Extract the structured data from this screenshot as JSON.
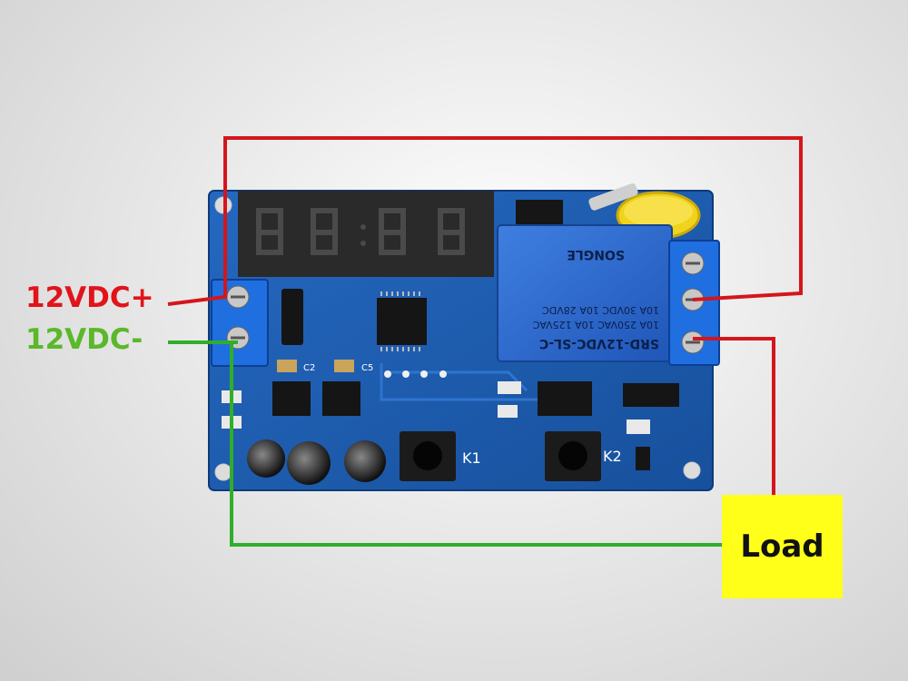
{
  "labels": {
    "vcc_plus": "12VDC+",
    "vcc_minus": "12VDC-",
    "load": "Load"
  },
  "board": {
    "relay_line1": "SRD-12VDC-SL-C",
    "relay_line2": "10A 250VAC 10A 125VAC",
    "relay_line3": "10A 30VDC 10A 28VDC",
    "relay_brand": "SONGLE",
    "button_k1": "K1",
    "button_k2": "K2",
    "cap_c2": "C2",
    "cap_c5": "C5"
  },
  "colors": {
    "positive_wire": "#d4161c",
    "negative_wire": "#2fae2a",
    "pcb": "#1f5fb4",
    "relay": "#2a64c8",
    "load_box": "#ffff1a"
  }
}
